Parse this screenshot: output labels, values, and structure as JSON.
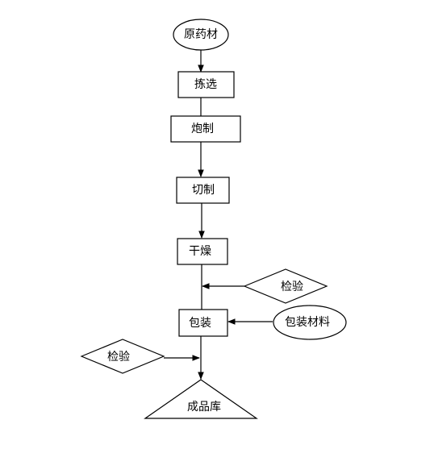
{
  "nodes": {
    "raw_material": "原药材",
    "sorting": "拣选",
    "processing": "炮制",
    "cutting": "切制",
    "drying": "干燥",
    "inspection_right": "检验",
    "packaging": "包装",
    "packaging_material": "包装材料",
    "inspection_left": "检验",
    "warehouse": "成品库"
  }
}
